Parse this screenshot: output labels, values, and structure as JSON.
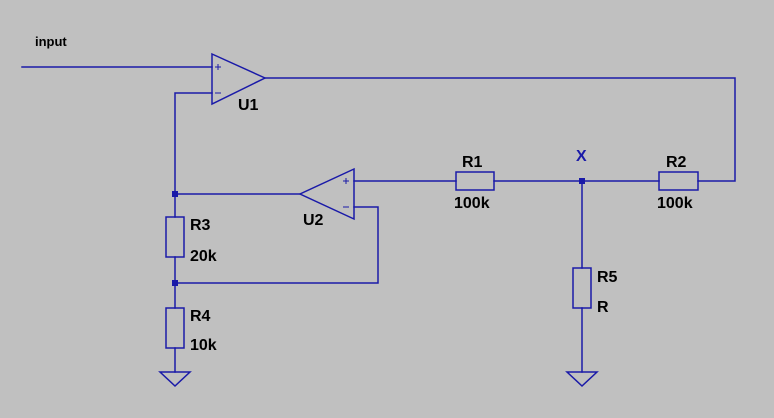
{
  "colors": {
    "background": "#c0c0c0",
    "wire": "#1a1aa8",
    "text": "#000000",
    "net_label": "#1a1aa8"
  },
  "input_label": "input",
  "net_label_x": "X",
  "opamps": {
    "u1": {
      "ref": "U1"
    },
    "u2": {
      "ref": "U2"
    }
  },
  "resistors": {
    "r1": {
      "ref": "R1",
      "value": "100k"
    },
    "r2": {
      "ref": "R2",
      "value": "100k"
    },
    "r3": {
      "ref": "R3",
      "value": "20k"
    },
    "r4": {
      "ref": "R4",
      "value": "10k"
    },
    "r5": {
      "ref": "R5",
      "value": "R"
    }
  }
}
